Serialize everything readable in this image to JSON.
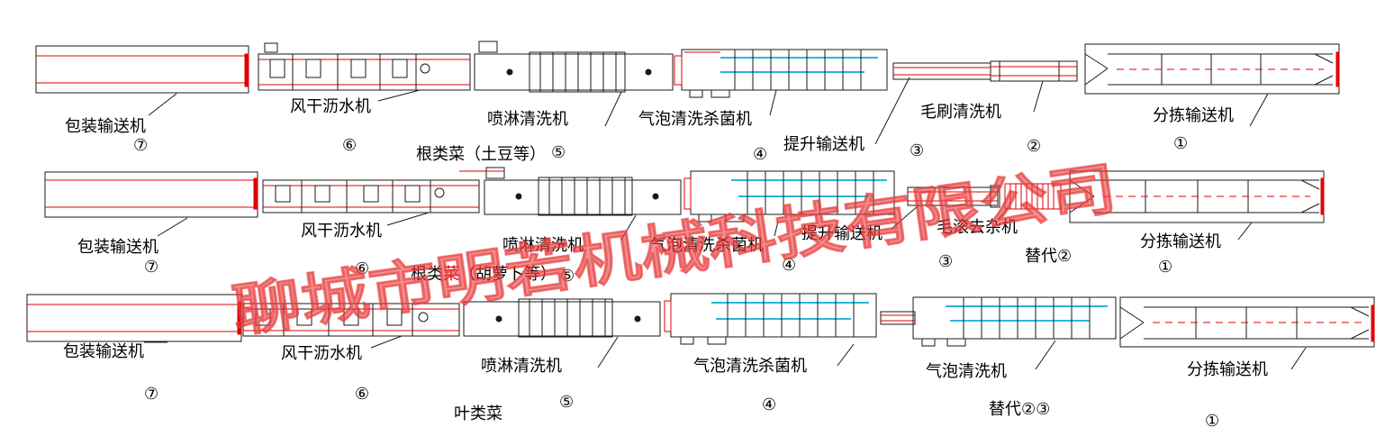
{
  "watermark": "聊城市明若机械科技有限公司",
  "colors": {
    "frame": "#1a1a1a",
    "accent": "#e00000",
    "water": "#29b8d8",
    "watermark": "#e83a3a"
  },
  "lines": [
    {
      "category": "根类菜（土豆等）",
      "machines": [
        {
          "label": "包装输送机",
          "num": "⑦"
        },
        {
          "label": "风干沥水机",
          "num": "⑥"
        },
        {
          "label": "喷淋清洗机",
          "num": "⑤"
        },
        {
          "label": "气泡清洗杀菌机",
          "num": "④"
        },
        {
          "label": "提升输送机",
          "num": "③"
        },
        {
          "label": "毛刷清洗机",
          "num": "②"
        },
        {
          "label": "分拣输送机",
          "num": "①"
        }
      ]
    },
    {
      "category_prefix": "根类",
      "category_highlight": "菜",
      "category_suffix": "（胡萝卜等）",
      "replace_note": "替代②",
      "machines": [
        {
          "label": "包装输送机",
          "num": "⑦"
        },
        {
          "label": "风干沥水机",
          "num": "⑥"
        },
        {
          "label": "喷淋清洗机",
          "num": "⑤"
        },
        {
          "label": "气泡清洗杀菌机",
          "num": "④"
        },
        {
          "label": "提升输送机",
          "num": ""
        },
        {
          "label": "毛滚去杂机",
          "num": "③"
        },
        {
          "label": "分拣输送机",
          "num": "①"
        }
      ]
    },
    {
      "category": "叶类菜",
      "replace_note": "替代②③",
      "machines": [
        {
          "label": "包装输送机",
          "num": "⑦"
        },
        {
          "label": "风干沥水机",
          "num": "⑥"
        },
        {
          "label": "喷淋清洗机",
          "num": "⑤"
        },
        {
          "label": "气泡清洗杀菌机",
          "num": "④"
        },
        {
          "label": "气泡清洗机",
          "num": ""
        },
        {
          "label": "分拣输送机",
          "num": "①"
        }
      ]
    }
  ]
}
